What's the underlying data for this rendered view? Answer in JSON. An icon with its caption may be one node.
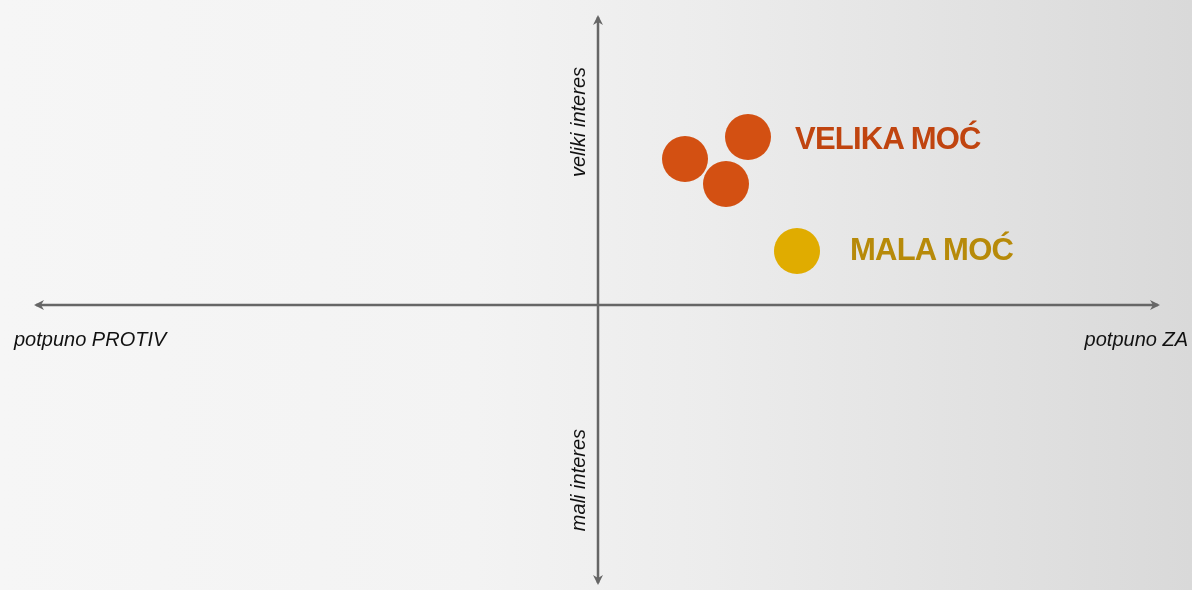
{
  "diagram": {
    "nodes": [
      {
        "text": [],
        "shape": "circle"
      },
      {
        "text": [],
        "shape": "circle"
      },
      {
        "text": [],
        "shape": "circle"
      },
      {
        "text": [],
        "shape": "circle"
      }
    ],
    "labels": [
      "veliki interes",
      "VELIKA MOĆ",
      "MALA MOĆ",
      "potpuno PROTIV",
      "potpuno ZA",
      "mali interes"
    ]
  }
}
